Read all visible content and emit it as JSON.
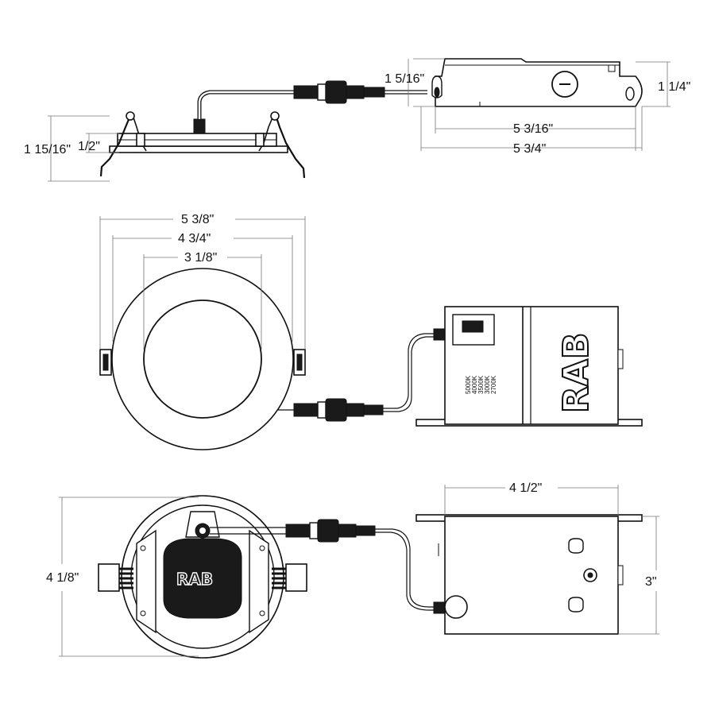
{
  "dimensions": {
    "side_depth": "1 15/16\"",
    "side_flange": "1/2\"",
    "box_height_side": "1 5/16\"",
    "box_width_inner": "5 3/16\"",
    "box_width_outer": "5 3/4\"",
    "box_depth_side": "1 1/4\"",
    "outer_diameter": "5 3/8\"",
    "trim_diameter": "4 3/4\"",
    "aperture": "3 1/8\"",
    "back_height": "4 1/8\"",
    "jbox_width": "4 1/2\"",
    "jbox_height": "3\""
  },
  "brand": {
    "logo_text": "RAB"
  },
  "cct_labels": [
    "5000K",
    "4000K",
    "3500K",
    "3000K",
    "2700K"
  ],
  "colors": {
    "line": "#111111",
    "dim_line": "#777777",
    "background": "#ffffff"
  }
}
